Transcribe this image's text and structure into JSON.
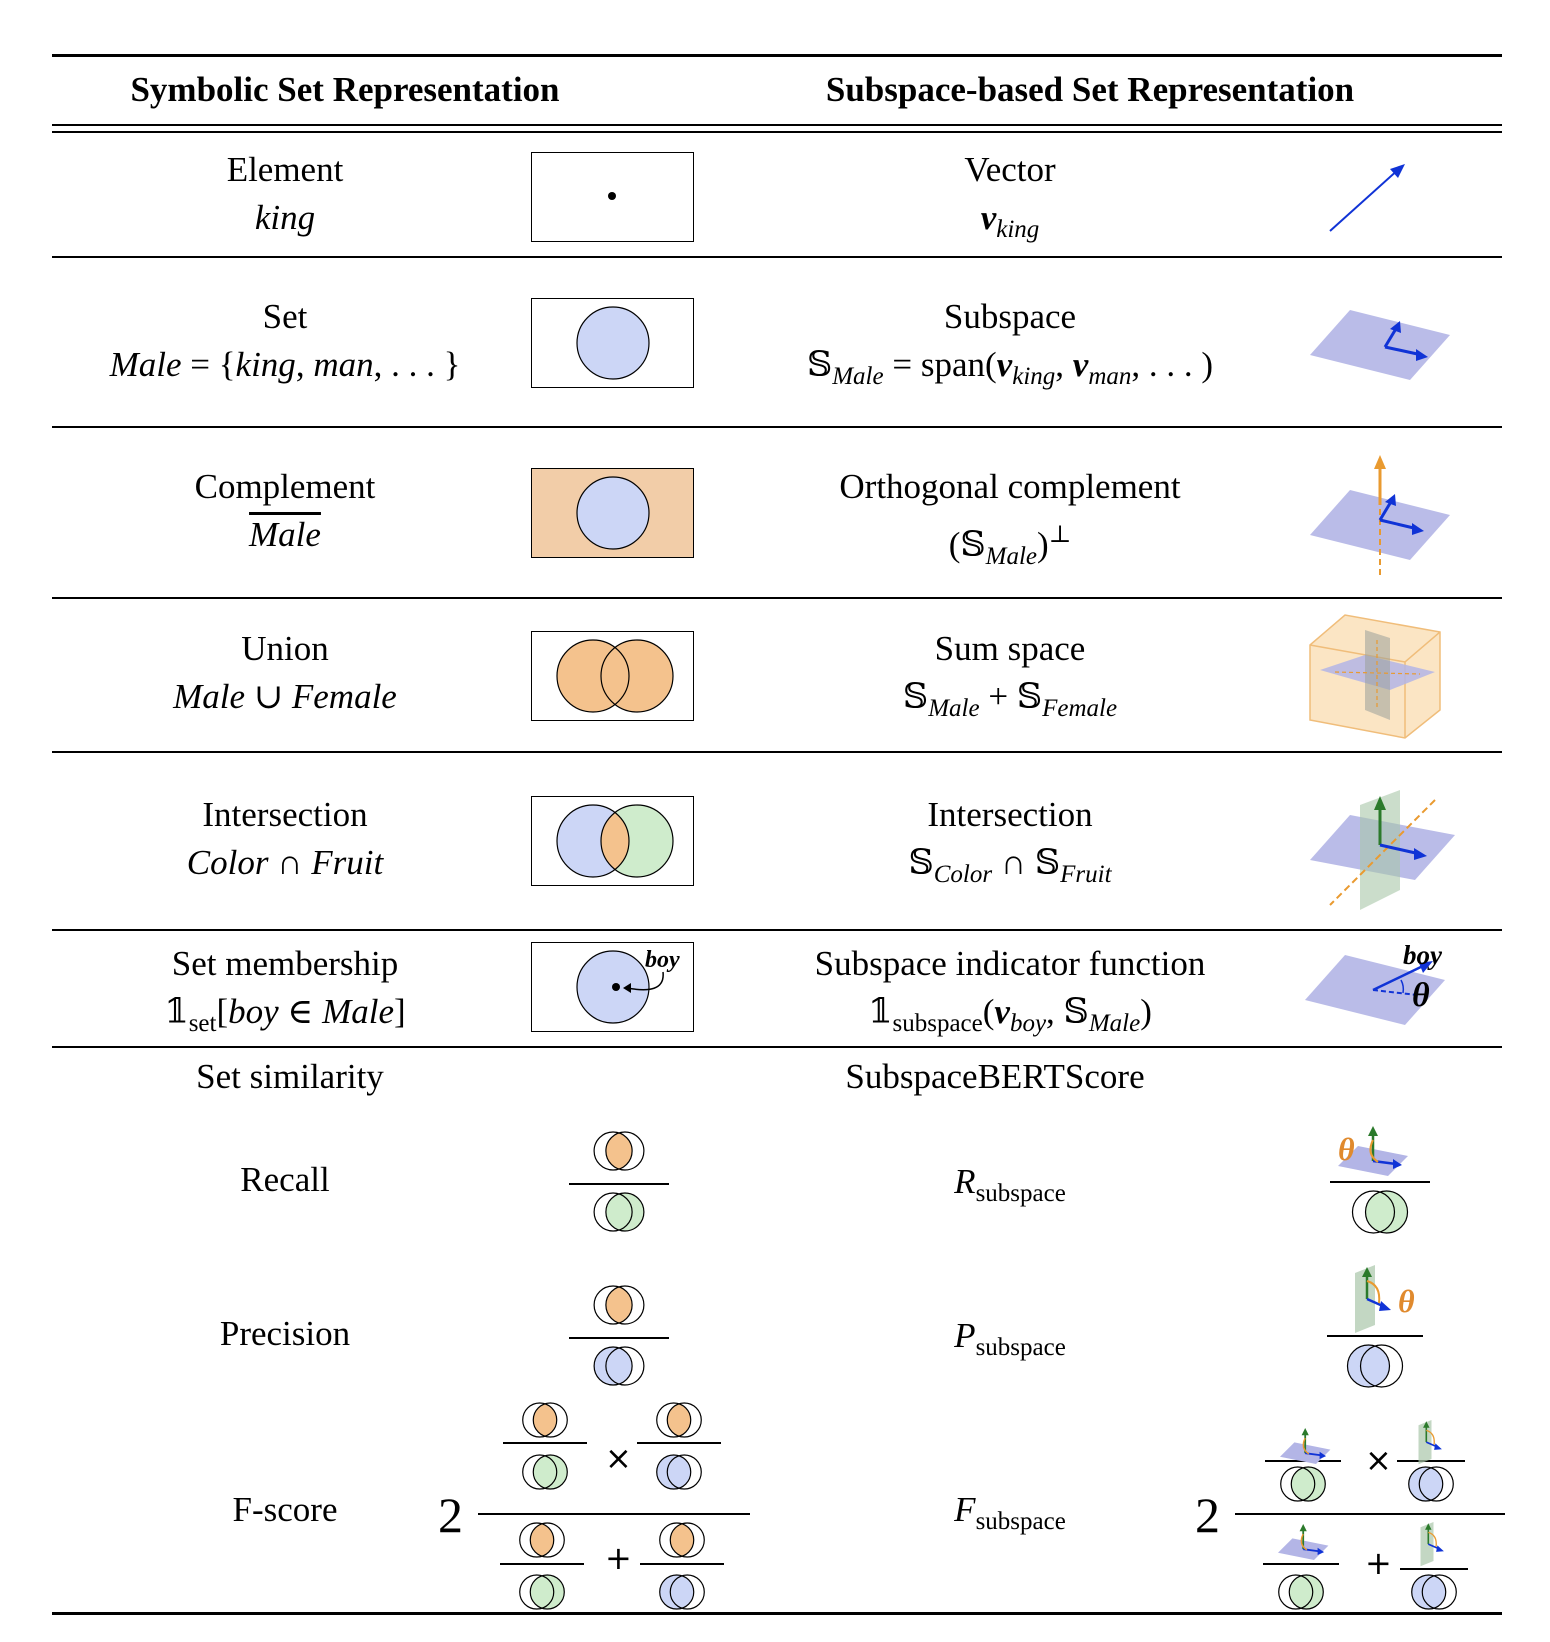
{
  "header": {
    "left": "Symbolic Set Representation",
    "right": "Subspace-based Set Representation"
  },
  "rows": [
    {
      "left_title": "Element",
      "left_math": "king",
      "right_title": "Vector",
      "right_math": "v_king"
    },
    {
      "left_title": "Set",
      "left_math": "Male = {king, man, . . . }",
      "right_title": "Subspace",
      "right_math": "𝕊_Male = span(v_king, v_man, . . . )"
    },
    {
      "left_title": "Complement",
      "left_math": "Male (overline)",
      "right_title": "Orthogonal complement",
      "right_math": "(𝕊_Male)^⊥"
    },
    {
      "left_title": "Union",
      "left_math": "Male ∪ Female",
      "right_title": "Sum space",
      "right_math": "𝕊_Male + 𝕊_Female"
    },
    {
      "left_title": "Intersection",
      "left_math": "Color ∩ Fruit",
      "right_title": "Intersection",
      "right_math": "𝕊_Color ∩ 𝕊_Fruit"
    },
    {
      "left_title": "Set membership",
      "left_math": "𝟙_set[boy ∈ Male]",
      "right_title": "Subspace indicator function",
      "right_math": "𝟙_subspace(v_boy, 𝕊_Male)"
    }
  ],
  "similarity": {
    "left_title": "Set similarity",
    "right_title": "SubspaceBERTScore",
    "recall": "Recall",
    "precision": "Precision",
    "fscore": "F-score",
    "r_sym": "R",
    "p_sym": "P",
    "f_sym": "F",
    "subscript": "subspace",
    "two": "2",
    "times": "×",
    "plus": "+"
  },
  "tokens": {
    "king": "king",
    "v": "v",
    "male": "Male",
    "female": "Female",
    "color": "Color",
    "fruit": "Fruit",
    "boy": "boy",
    "man": "man",
    "span": "span",
    "set": "set",
    "subspace": "subspace",
    "bbS": "𝕊",
    "one": "𝟙",
    "theta": "θ"
  },
  "colors": {
    "blue_fill": "#ccd6f6",
    "orange_fill": "#f4c28d",
    "green_fill": "#cfeccc",
    "complement_fill": "#f2cda8",
    "plane": "#b3b5e6",
    "arrow_blue": "#1033d6",
    "arrow_orange": "#e99a30",
    "arrow_green": "#2b7a2b",
    "theta_orange": "#e08a2e"
  }
}
